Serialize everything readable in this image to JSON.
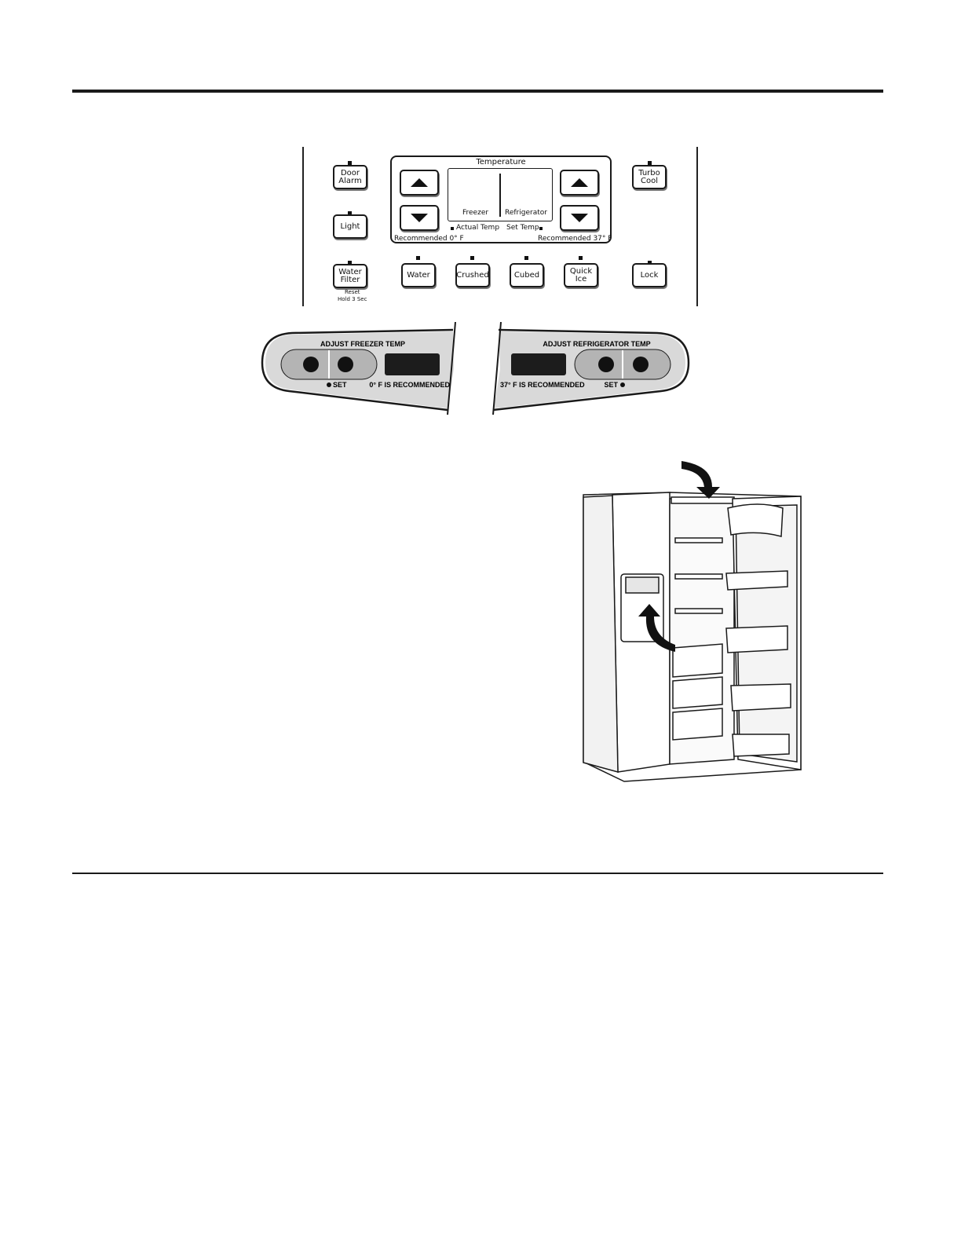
{
  "panel": {
    "temperature_title": "Temperature",
    "freezer_label": "Freezer",
    "refrigerator_label": "Refrigerator",
    "actual_temp": "Actual Temp",
    "set_temp": "Set Temp",
    "recommended_freezer": "Recommended 0° F",
    "recommended_fridge": "Recommended 37° F",
    "door_alarm": "Door\nAlarm",
    "light": "Light",
    "water_filter": "Water\nFilter",
    "water_filter_reset": "Reset",
    "water_filter_hold": "Hold 3 Sec",
    "turbo_cool": "Turbo\nCool",
    "water": "Water",
    "crushed": "Crushed",
    "cubed": "Cubed",
    "quick_ice": "Quick\nIce",
    "lock": "Lock"
  },
  "strip": {
    "adjust_freezer": "ADJUST FREEZER TEMP",
    "adjust_fridge": "ADJUST REFRIGERATOR TEMP",
    "set_left": "SET",
    "set_right": "SET",
    "freezer_recommended": "0° F IS RECOMMENDED",
    "fridge_recommended": "37° F IS RECOMMENDED"
  },
  "icons": {
    "up": "up-arrow-icon",
    "down": "down-arrow-icon",
    "pointer": "curved-arrow-icon"
  },
  "colors": {
    "ink": "#1a1a1a",
    "strip_fill": "#d9d9d9",
    "display_fill": "#1c1c1c"
  }
}
